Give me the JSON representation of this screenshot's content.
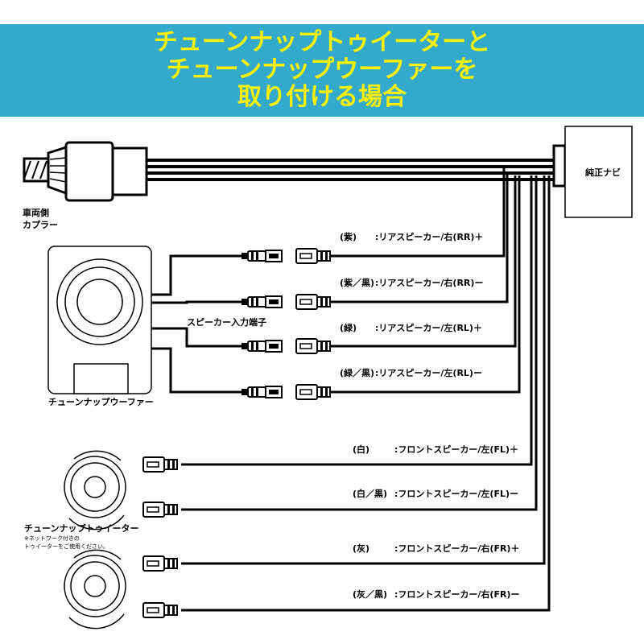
{
  "title": {
    "line1": "チューンナップトゥイーターと",
    "line2": "チューンナップウーファーを",
    "line3": "取り付ける場合"
  },
  "colors": {
    "banner": "#33a9cc",
    "title_text": "#fff200",
    "wire": "#000000"
  },
  "labels": {
    "car_coupler_1": "車両側",
    "car_coupler_2": "カプラー",
    "navi": "純正ナビ",
    "speaker_terminal": "スピーカー入力端子",
    "woofer": "チューンナップウーファー",
    "tweeter": "チューンナップトゥイーター",
    "tweeter_note_1": "※ネットワーク付きの",
    "tweeter_note_2": "トゥイーターをご使用ください。"
  },
  "wires": [
    {
      "color": "(紫)",
      "desc": ":リアスピーカー/右(RR)＋"
    },
    {
      "color": "(紫／黒)",
      "desc": ":リアスピーカー/右(RR)ー"
    },
    {
      "color": "(緑)",
      "desc": ":リアスピーカー/左(RL)＋"
    },
    {
      "color": "(緑／黒)",
      "desc": ":リアスピーカー/左(RL)ー"
    },
    {
      "color": "(白)",
      "desc": ":フロントスピーカー/左(FL)＋"
    },
    {
      "color": "(白／黒)",
      "desc": ":フロントスピーカー/左(FL)ー"
    },
    {
      "color": "(灰)",
      "desc": ":フロントスピーカー/右(FR)＋"
    },
    {
      "color": "(灰／黒)",
      "desc": ":フロントスピーカー/右(FR)ー"
    }
  ]
}
